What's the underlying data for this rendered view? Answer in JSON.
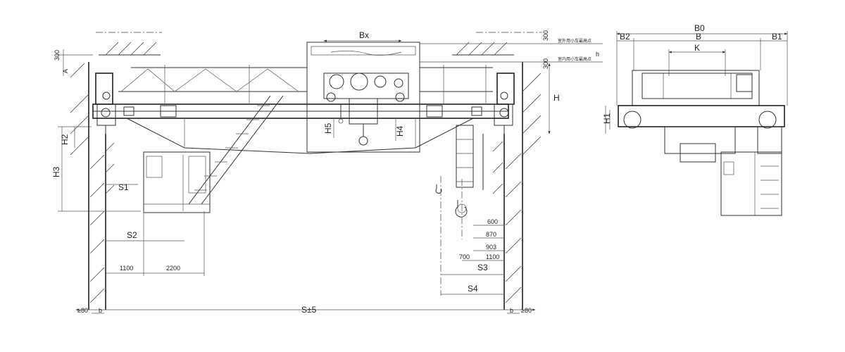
{
  "elevation": {
    "bx": "Bx",
    "s_span": "S±5",
    "h": "H",
    "h1": "H1",
    "h2": "H2",
    "h3": "H3",
    "h4": "H4",
    "h5": "H5",
    "s1": "S1",
    "s2": "S2",
    "s3": "S3",
    "s4": "S4",
    "b": "b",
    "clear_min": "≥80",
    "dim_300": "300",
    "dim_h": "h",
    "dim_a": "A",
    "dim_1100": "1100",
    "dim_2200": "2200",
    "dim_600": "600",
    "dim_870": "870",
    "dim_903": "903",
    "dim_700": "700",
    "note_outdoor": "室外用小车最高点",
    "note_indoor": "室内用小车最高点"
  },
  "side_view": {
    "b0": "B0",
    "b": "B",
    "b1": "B1",
    "b2": "B2",
    "k": "K"
  }
}
